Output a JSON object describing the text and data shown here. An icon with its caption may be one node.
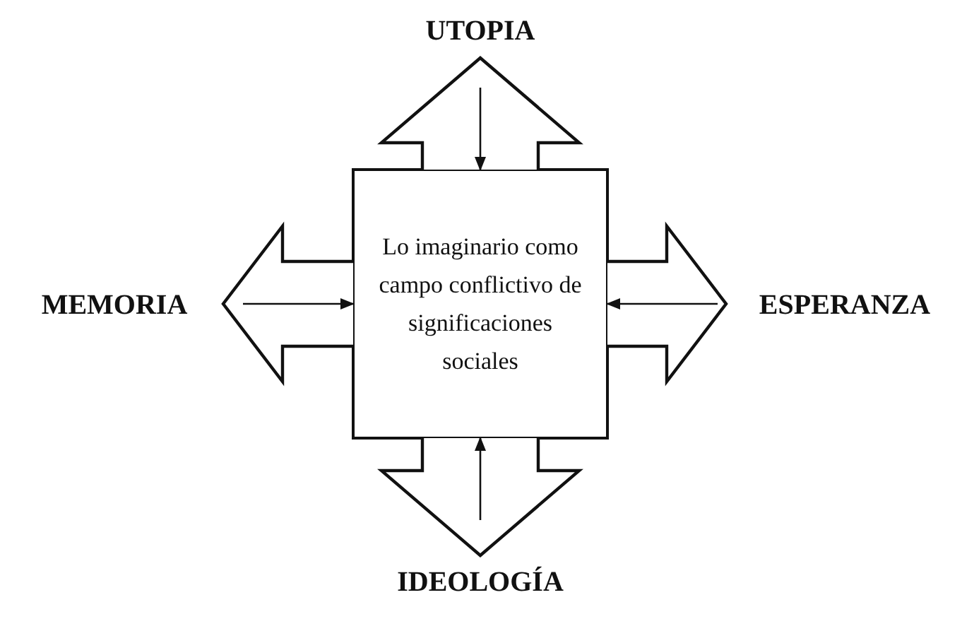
{
  "diagram": {
    "nodes": [
      {
        "text": [
          "Lo imaginario como campo conflictivo de significaciones sociales"
        ]
      },
      {
        "text": [
          "UTOPIA"
        ]
      },
      {
        "text": [
          "MEMORIA"
        ]
      },
      {
        "text": [
          "ESPERANZA"
        ]
      },
      {
        "text": [
          "IDEOLOGÍA"
        ]
      }
    ],
    "edges": [
      {
        "from": 0,
        "to": 1,
        "arrow": "to",
        "style": "thick"
      },
      {
        "from": 0,
        "to": 2,
        "arrow": "to",
        "style": "thick"
      },
      {
        "from": 0,
        "to": 3,
        "arrow": "to",
        "style": "thick"
      },
      {
        "from": 0,
        "to": 4,
        "arrow": "to",
        "style": "thick"
      },
      {
        "from": null,
        "to": 0,
        "arrow": "to"
      },
      {
        "from": null,
        "to": 0,
        "arrow": "to"
      },
      {
        "from": null,
        "to": 0,
        "arrow": "to"
      },
      {
        "from": null,
        "to": 0,
        "arrow": "to"
      }
    ]
  }
}
